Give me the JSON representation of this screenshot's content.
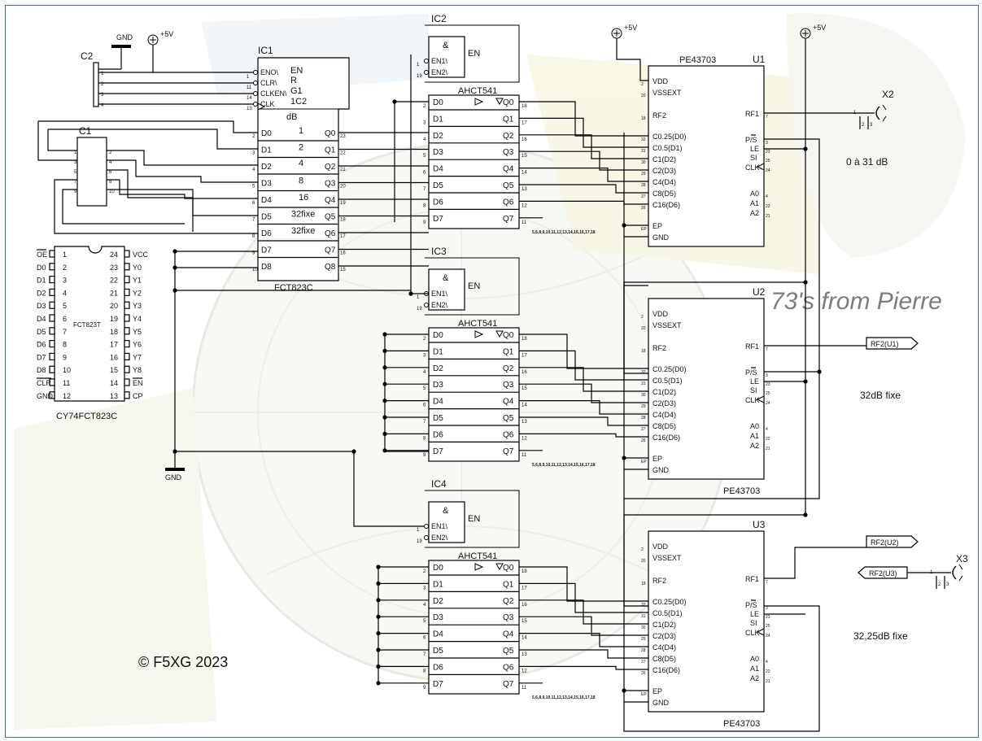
{
  "ic1": {
    "ref": "IC1",
    "part": "FCT823C",
    "unit": "dB",
    "ctrl_pins": [
      "ENO\\",
      "CLR\\",
      "CLKEN\\",
      "CLK"
    ],
    "ctrl_pin_nums": [
      "1",
      "11",
      "14",
      "13"
    ],
    "ctrl_labels": [
      "EN",
      "R",
      "G1",
      "1C2"
    ],
    "inputs": [
      "D0",
      "D1",
      "D2",
      "D3",
      "D4",
      "D5",
      "D6",
      "D7",
      "D8"
    ],
    "input_nums": [
      "2",
      "3",
      "4",
      "5",
      "6",
      "7",
      "8",
      "9",
      "10"
    ],
    "outputs": [
      "Q0",
      "Q1",
      "Q2",
      "Q3",
      "Q4",
      "Q5",
      "Q6",
      "Q7",
      "Q8"
    ],
    "output_nums": [
      "23",
      "22",
      "21",
      "20",
      "19",
      "18",
      "17",
      "16",
      "15"
    ],
    "weights": [
      "1",
      "2",
      "4",
      "8",
      "16",
      "32fixe",
      "32fixe"
    ]
  },
  "c1": {
    "ref": "C1",
    "pins": [
      "1",
      "2",
      "3",
      "4",
      "5",
      "6",
      "7",
      "8",
      "9",
      "10"
    ]
  },
  "c2": {
    "ref": "C2",
    "pins": [
      "1",
      "2",
      "3",
      "4"
    ]
  },
  "power": {
    "gnd": "GND",
    "vcc": "+5V"
  },
  "chip_pinout": {
    "name": "FCT823T",
    "caption": "CY74FCT823C",
    "left": [
      {
        "n": "1",
        "s": "OE"
      },
      {
        "n": "2",
        "s": "D0"
      },
      {
        "n": "3",
        "s": "D1"
      },
      {
        "n": "4",
        "s": "D2"
      },
      {
        "n": "5",
        "s": "D3"
      },
      {
        "n": "6",
        "s": "D4"
      },
      {
        "n": "7",
        "s": "D5"
      },
      {
        "n": "8",
        "s": "D6"
      },
      {
        "n": "9",
        "s": "D7"
      },
      {
        "n": "10",
        "s": "D8"
      },
      {
        "n": "11",
        "s": "CLR"
      },
      {
        "n": "12",
        "s": "GND"
      }
    ],
    "right": [
      {
        "n": "24",
        "s": "VCC"
      },
      {
        "n": "23",
        "s": "Y0"
      },
      {
        "n": "22",
        "s": "Y1"
      },
      {
        "n": "21",
        "s": "Y2"
      },
      {
        "n": "20",
        "s": "Y3"
      },
      {
        "n": "19",
        "s": "Y4"
      },
      {
        "n": "18",
        "s": "Y5"
      },
      {
        "n": "17",
        "s": "Y6"
      },
      {
        "n": "16",
        "s": "Y7"
      },
      {
        "n": "15",
        "s": "Y8"
      },
      {
        "n": "14",
        "s": "EN"
      },
      {
        "n": "13",
        "s": "CP"
      }
    ]
  },
  "buffers": {
    "part": "AHCT541",
    "en_label": "EN",
    "and_sym": "&",
    "en_pins": [
      "EN1\\",
      "EN2\\"
    ],
    "en_pin_nums": [
      "1",
      "19"
    ],
    "inputs": [
      "D0",
      "D1",
      "D2",
      "D3",
      "D4",
      "D5",
      "D6",
      "D7"
    ],
    "input_nums": [
      "2",
      "3",
      "4",
      "5",
      "6",
      "7",
      "8",
      "9"
    ],
    "outputs": [
      "Q0",
      "Q1",
      "Q2",
      "Q3",
      "Q4",
      "Q5",
      "Q6",
      "Q7"
    ],
    "output_nums": [
      "18",
      "17",
      "16",
      "15",
      "14",
      "13",
      "12",
      "11"
    ],
    "refs": [
      "IC2",
      "IC3",
      "IC4"
    ],
    "gnd_pins": "5,6,8,9,10,11,12,13,14,15,16,17,18"
  },
  "attenuator": {
    "part": "PE43703",
    "refs": [
      "U1",
      "U2",
      "U3"
    ],
    "left_pins": [
      {
        "n": "2",
        "s": "VDD"
      },
      {
        "n": "20",
        "s": "VSSEXT"
      },
      {
        "n": "18",
        "s": "RF2"
      },
      {
        "n": "32",
        "s": "C0.25(D0)"
      },
      {
        "n": "31",
        "s": "C0.5(D1)"
      },
      {
        "n": "30",
        "s": "C1(D2)"
      },
      {
        "n": "29",
        "s": "C2(D3)"
      },
      {
        "n": "28",
        "s": "C4(D4)"
      },
      {
        "n": "27",
        "s": "C8(D5)"
      },
      {
        "n": "26",
        "s": "C16(D6)"
      },
      {
        "n": "EP",
        "s": "EP"
      },
      {
        "n": "",
        "s": "GND"
      }
    ],
    "right_pins": [
      {
        "n": "7",
        "s": "RF1"
      },
      {
        "n": "3",
        "s": "P/S"
      },
      {
        "n": "23",
        "s": "LE"
      },
      {
        "n": "25",
        "s": "SI"
      },
      {
        "n": "24",
        "s": "CLK"
      },
      {
        "n": "4",
        "s": "A0"
      },
      {
        "n": "22",
        "s": "A1"
      },
      {
        "n": "21",
        "s": "A2"
      }
    ]
  },
  "connectors": {
    "x2": "X2",
    "x3": "X3",
    "pins": [
      "1",
      "2",
      "3"
    ],
    "rf_u1": "RF2(U1)",
    "rf_u2": "RF2(U2)",
    "rf_u3": "RF2(U3)"
  },
  "notes": {
    "u1": "0 à 31 dB",
    "u2": "32dB fixe",
    "u3": "32,25dB fixe",
    "copyright": "© F5XG 2023",
    "watermark": "73's from Pierre"
  }
}
